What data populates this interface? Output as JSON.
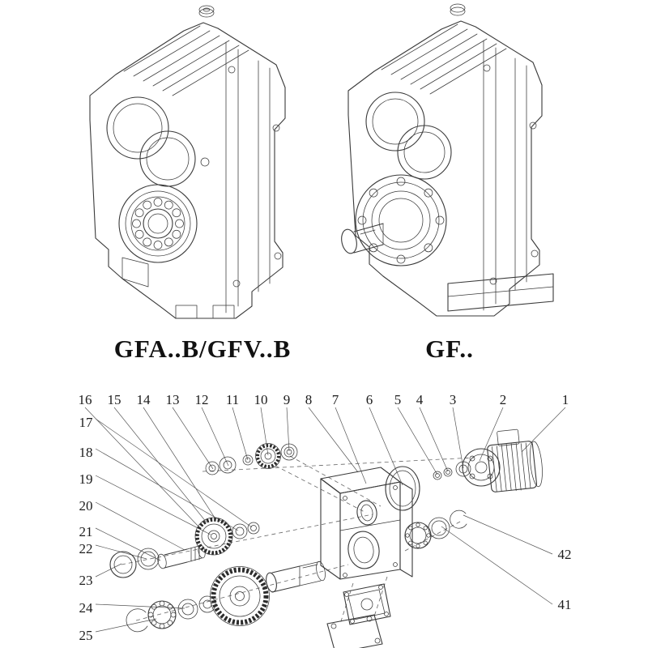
{
  "colors": {
    "ink": "#3a3a3a",
    "text": "#111111"
  },
  "figures": {
    "left": {
      "label": "GFA..B/GFV..B"
    },
    "right": {
      "label": "GF.."
    }
  },
  "exploded": {
    "callouts_top": [
      "16",
      "15",
      "14",
      "13",
      "12",
      "11",
      "10",
      "9",
      "8",
      "7",
      "6",
      "5",
      "4",
      "3",
      "2",
      "1"
    ],
    "callouts_left": [
      "17",
      "18",
      "19",
      "20",
      "21",
      "22",
      "23",
      "24",
      "25"
    ],
    "callouts_right": [
      "42",
      "41"
    ]
  }
}
